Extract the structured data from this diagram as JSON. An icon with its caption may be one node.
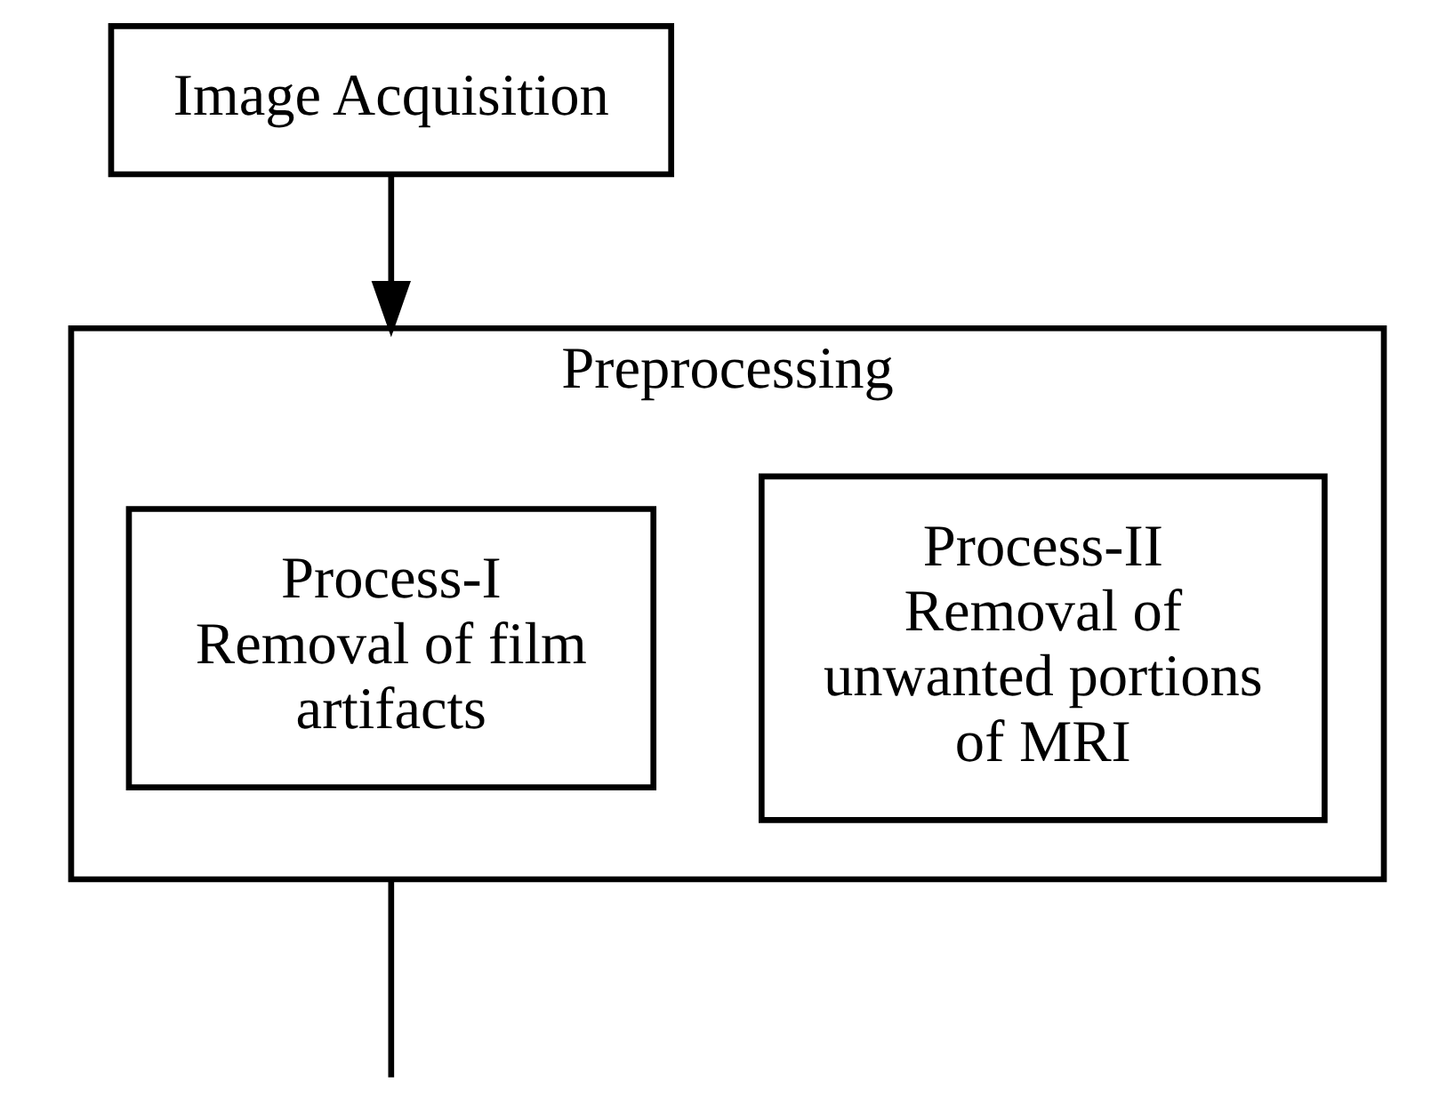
{
  "diagram": {
    "nodes": [
      {
        "text": [
          "Image Acquisition"
        ]
      },
      {
        "text": [
          "Preprocessing"
        ]
      },
      {
        "text": [
          "Process-I",
          "Removal of film artifacts"
        ],
        "in": 1
      },
      {
        "text": [
          "Process-II",
          "Removal of unwanted portions of MRI"
        ],
        "in": 1
      }
    ],
    "edges": [
      {
        "from": 0,
        "to": 1,
        "arrow": "to"
      },
      {
        "from": 1,
        "to": null,
        "arrow": "none"
      }
    ]
  }
}
